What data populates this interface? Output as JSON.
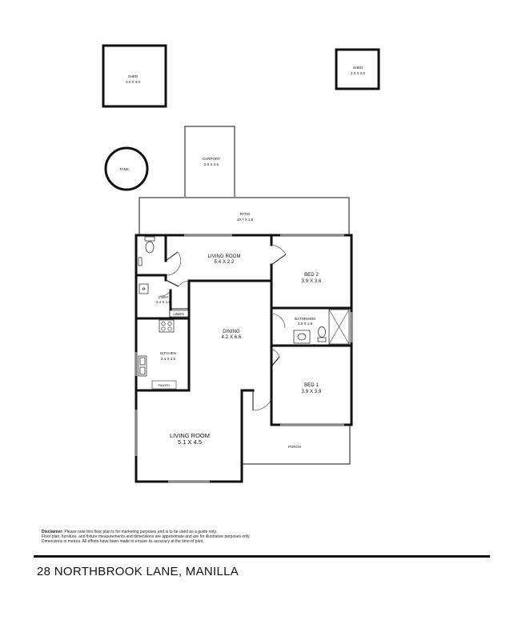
{
  "address": "28 NORTHBROOK LANE, MANILLA",
  "disclaimer": {
    "title": "Disclaimer:",
    "line1": "Please note this floor plan is for marketing purposes and is to be used as a guide only.",
    "line2": "Floor plan, furniture, and fixture measurements and dimensions are approximate and are for illustrative purposes only.",
    "line3": "Dimensions in metres. All efforts have been made to ensure its accuracy at the time of print."
  },
  "rooms": {
    "shed_large": {
      "name": "SHED",
      "dims": "3.0 X 3.0"
    },
    "shed_small": {
      "name": "SHED",
      "dims": "2.0 X 2.0"
    },
    "tank": {
      "name": "TANK"
    },
    "carport": {
      "name": "CARPORT",
      "dims": "2.5 X 3.5"
    },
    "patio": {
      "name": "PATIO",
      "dims": "10.7 X 1.8"
    },
    "living_top": {
      "name": "LIVING ROOM",
      "dims": "5.4 X 2.2"
    },
    "bed2": {
      "name": "BED 2",
      "dims": "3.9 X 3.6"
    },
    "ldry": {
      "name": "L'DRY",
      "dims": "2.4 X 1.8"
    },
    "linen": {
      "name": "LINEN"
    },
    "bathroom": {
      "name": "BATHROOM",
      "dims": "3.9 X 1.8"
    },
    "dining": {
      "name": "DINING",
      "dims": "4.2 X 6.6"
    },
    "kitchen": {
      "name": "KITCHEN",
      "dims": "2.4 X 3.5"
    },
    "pantry": {
      "name": "PANTRY"
    },
    "bed1": {
      "name": "BED 1",
      "dims": "3.9 X 3.9"
    },
    "living_bottom": {
      "name": "LIVING ROOM",
      "dims": "5.1 X 4.5"
    },
    "porch": {
      "name": "PORCH"
    }
  }
}
